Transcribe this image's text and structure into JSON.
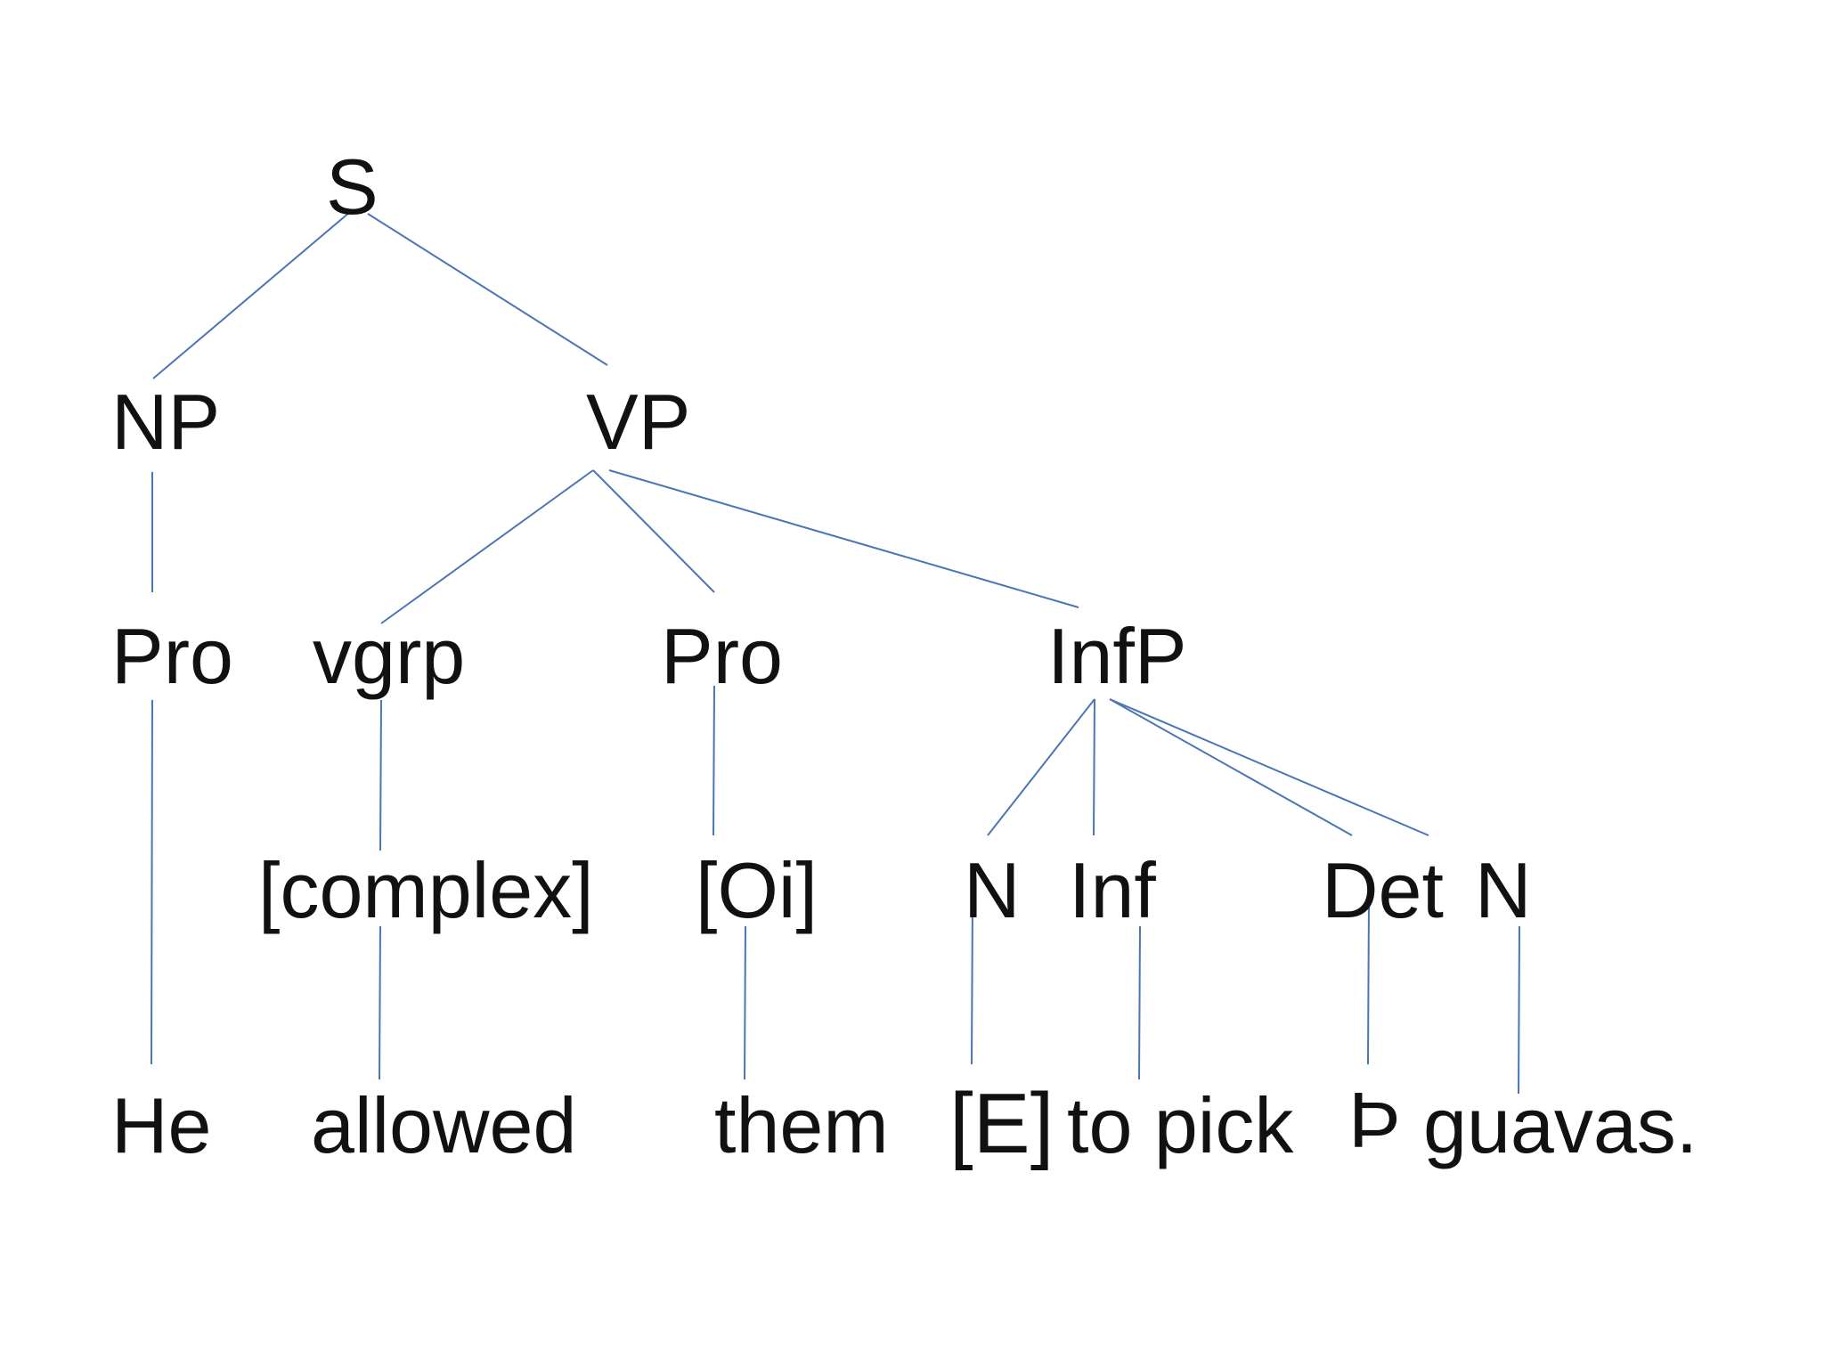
{
  "tree": {
    "root": "S",
    "level1": {
      "np": "NP",
      "vp": "VP"
    },
    "level2": {
      "pro_subject": "Pro",
      "vgrp": "vgrp",
      "pro_object": "Pro",
      "infp": "InfP"
    },
    "level3": {
      "complex": "[complex]",
      "oi": "[Oi]",
      "n_first": "N",
      "inf": "Inf",
      "det": "Det",
      "n_second": "N"
    },
    "words": {
      "he": "He",
      "allowed": "allowed",
      "them": "them",
      "e_bracket": "[E]",
      "to_pick": "to pick",
      "thorn": "Þ",
      "guavas": "guavas."
    }
  },
  "colors": {
    "branch": "#4a76b5",
    "text": "#111111"
  }
}
